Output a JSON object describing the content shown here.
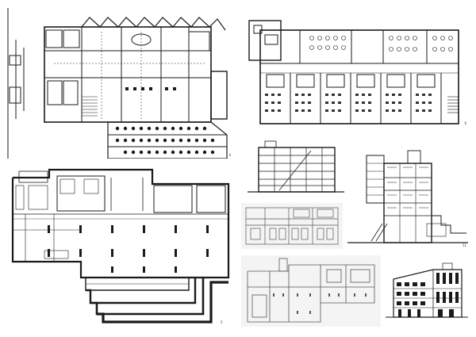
{
  "panels": [
    {
      "id": "ground-floor-plan",
      "number": "4"
    },
    {
      "id": "classroom-floor-plan",
      "number": "6"
    },
    {
      "id": "building-section-a",
      "number": ""
    },
    {
      "id": "building-section-b",
      "number": "11"
    },
    {
      "id": "basement-plan",
      "number": "5"
    },
    {
      "id": "photo-plan-a",
      "number": ""
    },
    {
      "id": "photo-plan-b",
      "number": ""
    },
    {
      "id": "elevation",
      "number": ""
    }
  ],
  "colors": {
    "line": "#1a1a1a",
    "paper": "#ffffff",
    "photo_paper": "#f4f4f4",
    "photo_line": "#555555"
  }
}
